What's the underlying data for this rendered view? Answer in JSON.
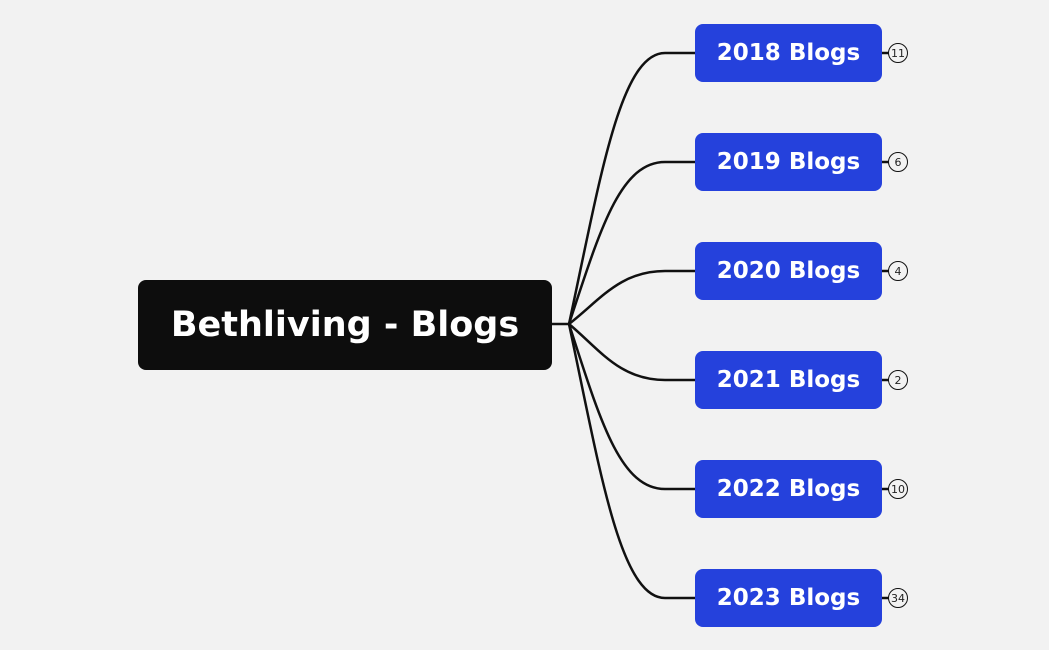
{
  "root": {
    "label": "Bethliving - Blogs"
  },
  "nodes": [
    {
      "label": "2018 Blogs",
      "count": "11"
    },
    {
      "label": "2019 Blogs",
      "count": "6"
    },
    {
      "label": "2020 Blogs",
      "count": "4"
    },
    {
      "label": "2021 Blogs",
      "count": "2"
    },
    {
      "label": "2022 Blogs",
      "count": "10"
    },
    {
      "label": "2023 Blogs",
      "count": "34"
    }
  ],
  "colors": {
    "background": "#f2f2f2",
    "root": "#0d0d0d",
    "node": "#2541dc",
    "connector": "#111111"
  }
}
